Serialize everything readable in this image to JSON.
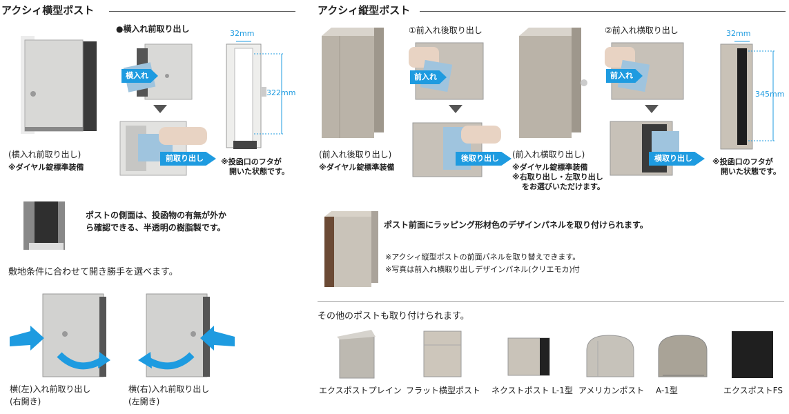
{
  "left": {
    "title": "アクシィ横型ポスト",
    "method_heading": "●横入れ前取り出し",
    "arrow_in": "横入れ",
    "arrow_out": "前取り出し",
    "caption_main": "(横入れ前取り出し)",
    "caption_note": "※ダイヤル錠標準装備",
    "dim_width": "32mm",
    "dim_height": "322mm",
    "dim_note_1": "※投函口のフタが",
    "dim_note_2": "開いた状態です。",
    "side_text_1": "ポストの側面は、投函物の有無が外か",
    "side_text_2": "ら確認できる、半透明の樹脂製です。",
    "choose_text": "敷地条件に合わせて開き勝手を選べます。",
    "left_open_1": "横(左)入れ前取り出し",
    "left_open_2": "(右開き)",
    "right_open_1": "横(右)入れ前取り出し",
    "right_open_2": "(左開き)"
  },
  "right": {
    "title": "アクシィ縦型ポスト",
    "method1_heading": "①前入れ後取り出し",
    "method2_heading": "②前入れ横取り出し",
    "arrow_in": "前入れ",
    "arrow_out_back": "後取り出し",
    "arrow_out_side": "横取り出し",
    "caption1_main": "(前入れ後取り出し)",
    "caption1_note": "※ダイヤル錠標準装備",
    "caption2_main": "(前入れ横取り出し)",
    "caption2_note1": "※ダイヤル錠標準装備",
    "caption2_note2": "※右取り出し・左取り出し",
    "caption2_note3": "をお選びいただけます。",
    "dim_width": "32mm",
    "dim_height": "345mm",
    "dim_note_1": "※投函口のフタが",
    "dim_note_2": "開いた状態です。",
    "panel_heading": "ポスト前面にラッピング形材色のデザインパネルを取り付けられます。",
    "panel_note1": "※アクシィ縦型ポストの前面パネルを取り替えできます。",
    "panel_note2": "※写真は前入れ横取り出しデザインパネル(クリエモカ)付",
    "other_text": "その他のポストも取り付けられます。",
    "products": [
      "エクスポストプレイン",
      "フラット横型ポスト",
      "ネクストポスト L-1型",
      "アメリカンポスト",
      "A-1型",
      "エクスポストFS"
    ]
  },
  "colors": {
    "arrow_blue": "#1e9be0",
    "post_gray": "#cbcbc6",
    "post_taupe": "#bab3a8",
    "dark": "#222222"
  }
}
